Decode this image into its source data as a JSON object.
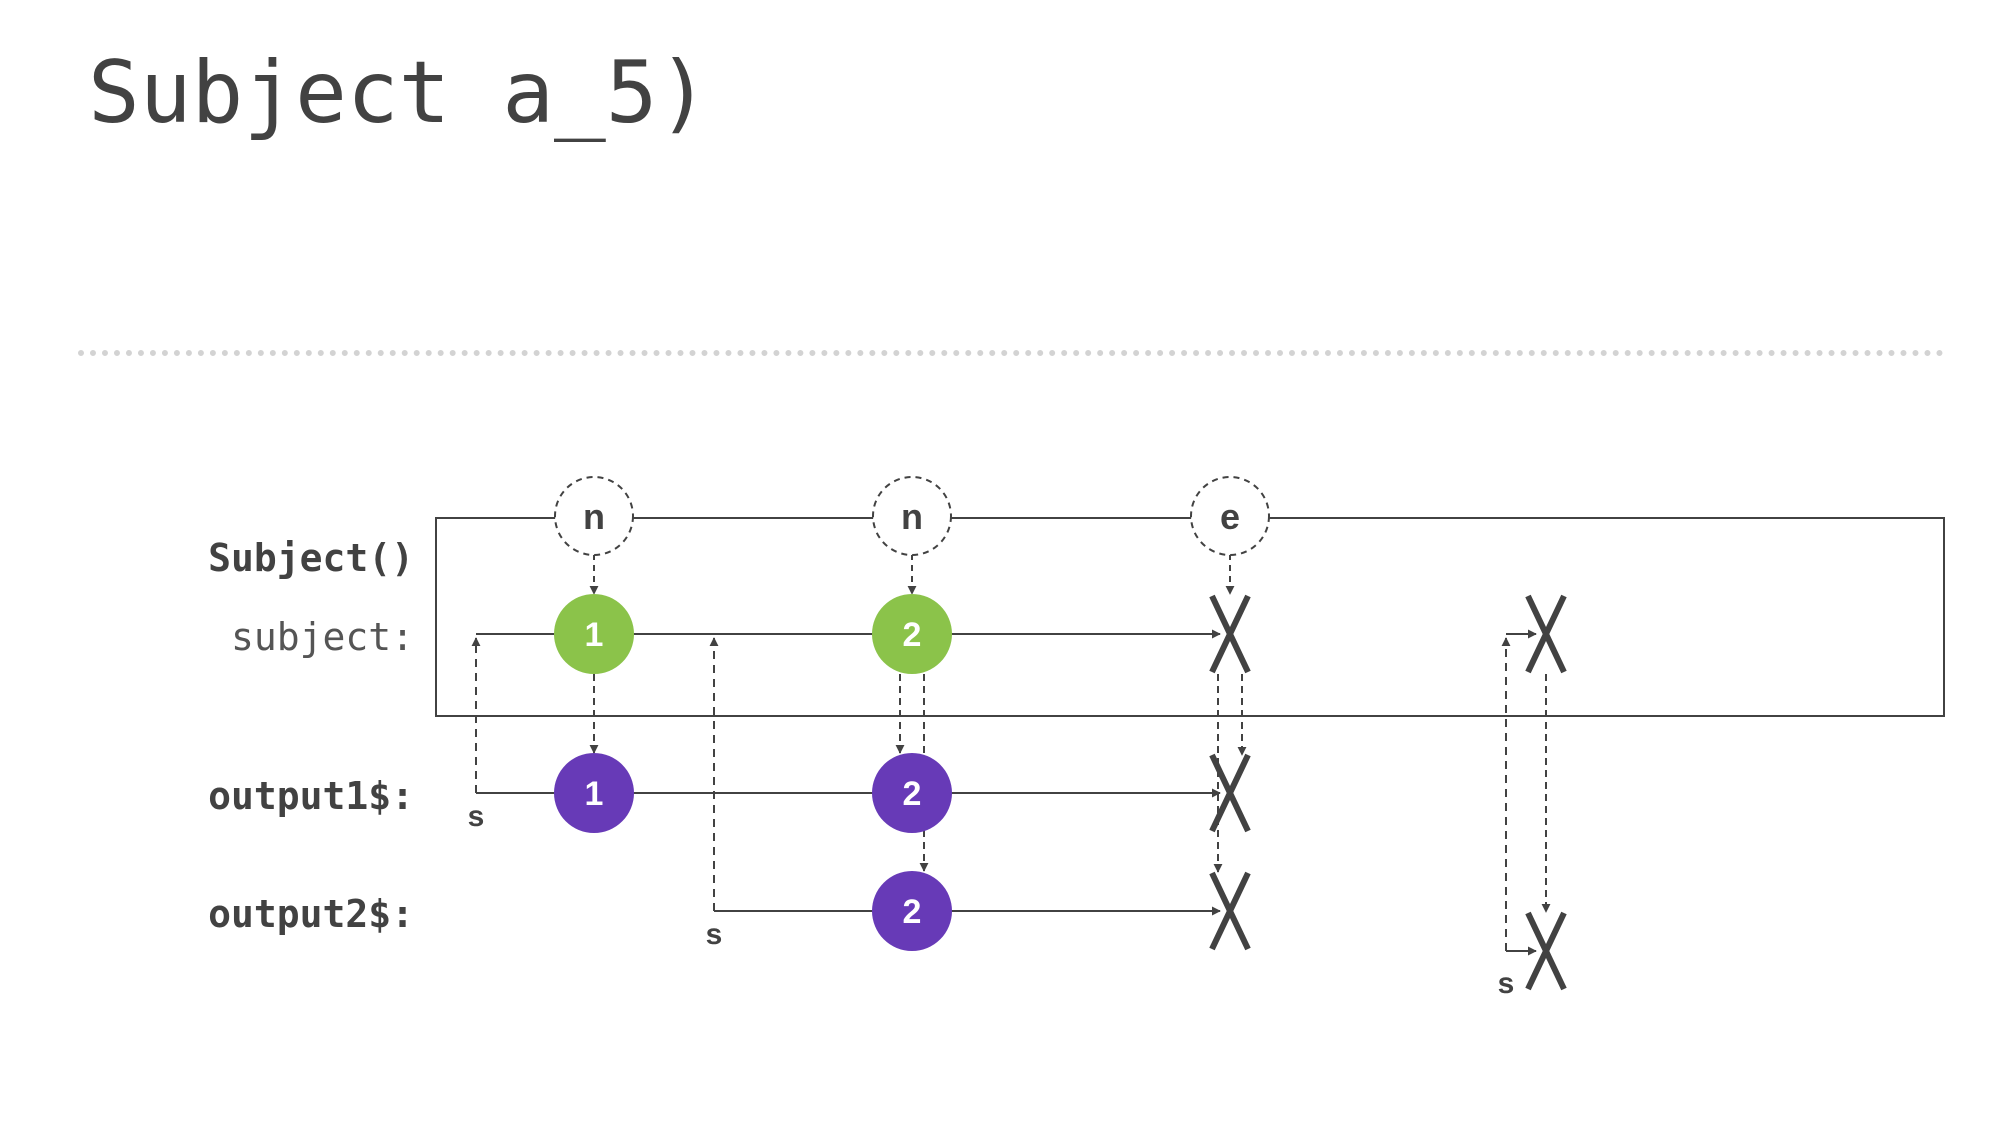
{
  "title": "Subject a_5)",
  "labels": {
    "subject_ctor": "Subject()",
    "subject_var": "subject:",
    "output1": "output1$:",
    "output2": "output2$:"
  },
  "operations": [
    "n",
    "n",
    "e"
  ],
  "subscribe_marker": "s",
  "subject_values": [
    "1",
    "2"
  ],
  "output1_values": [
    "1",
    "2"
  ],
  "output2_values": [
    "2"
  ],
  "colors": {
    "subject_marble": "#8bc34a",
    "output_marble": "#673ab7",
    "line": "#424242",
    "text": "#424242",
    "separator": "#d3d3d3"
  }
}
